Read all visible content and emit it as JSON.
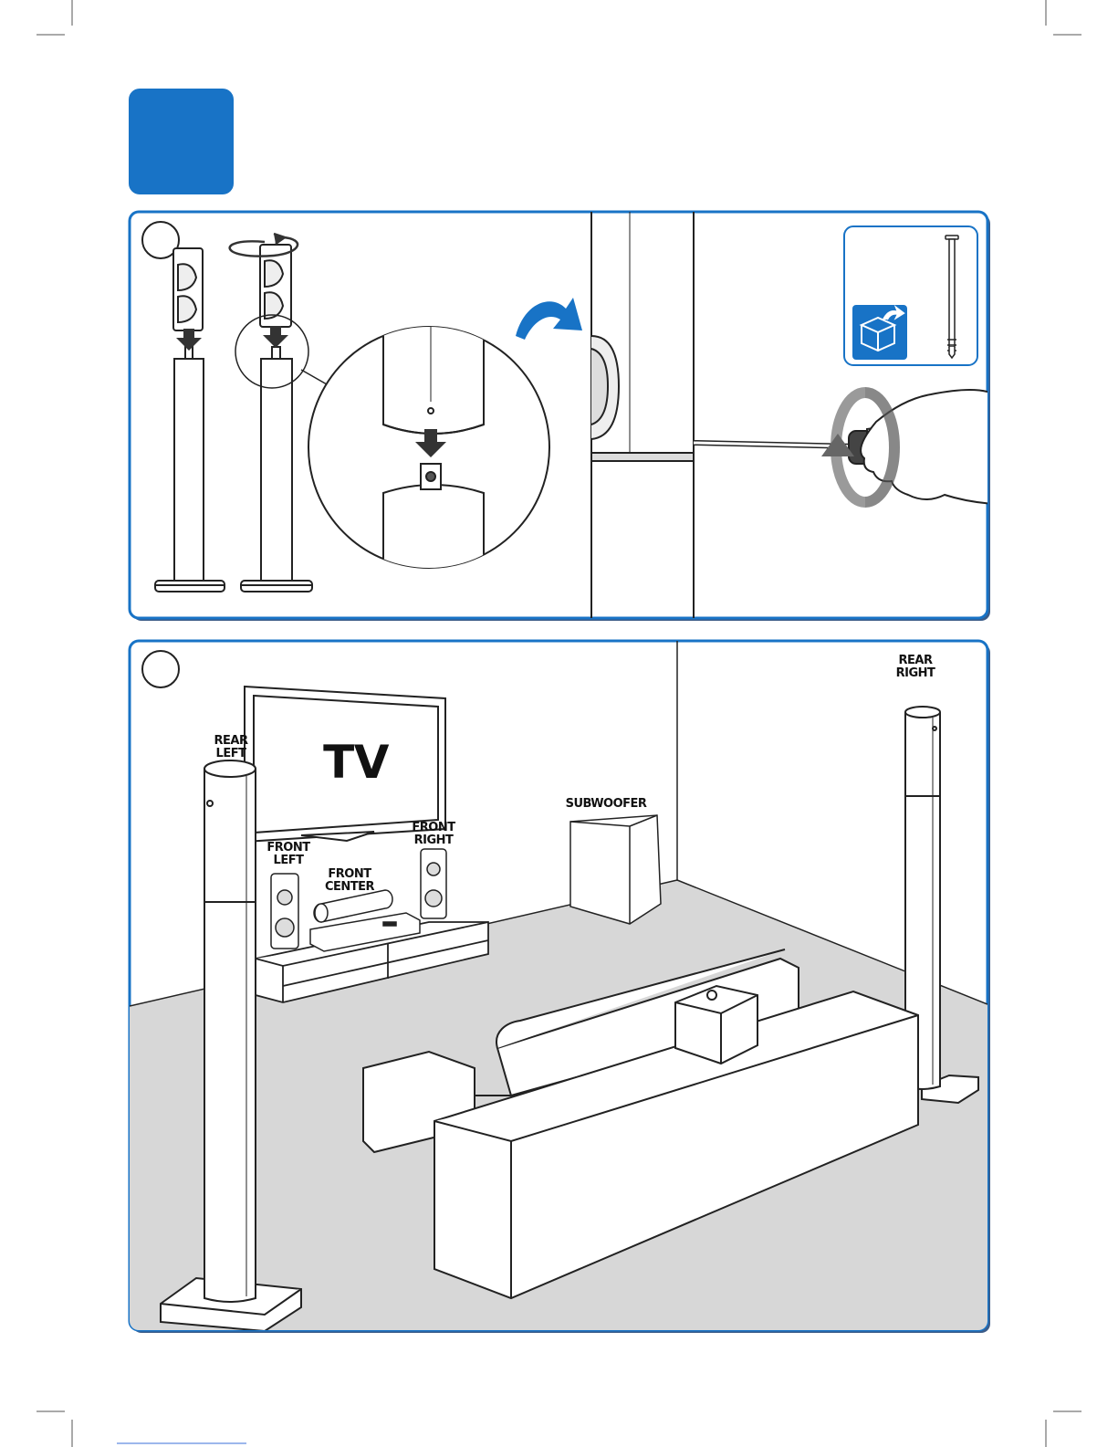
{
  "labels": {
    "tv": "TV",
    "rear_left": [
      "REAR",
      "LEFT"
    ],
    "rear_right": [
      "REAR",
      "RIGHT"
    ],
    "front_left": [
      "FRONT",
      "LEFT"
    ],
    "front_right": [
      "FRONT",
      "RIGHT"
    ],
    "front_center": [
      "FRONT",
      "CENTER"
    ],
    "subwoofer": "SUBWOOFER"
  },
  "colors": {
    "accent": "#1873c6",
    "floor": "#d7d7d7",
    "line": "#222222"
  },
  "icons": {
    "step_badge": "blue-rounded-square",
    "box": "open-box-icon",
    "screw": "screw-icon",
    "arrow": "curved-arrow-icon",
    "rotate": "rotate-arrow-icon"
  }
}
